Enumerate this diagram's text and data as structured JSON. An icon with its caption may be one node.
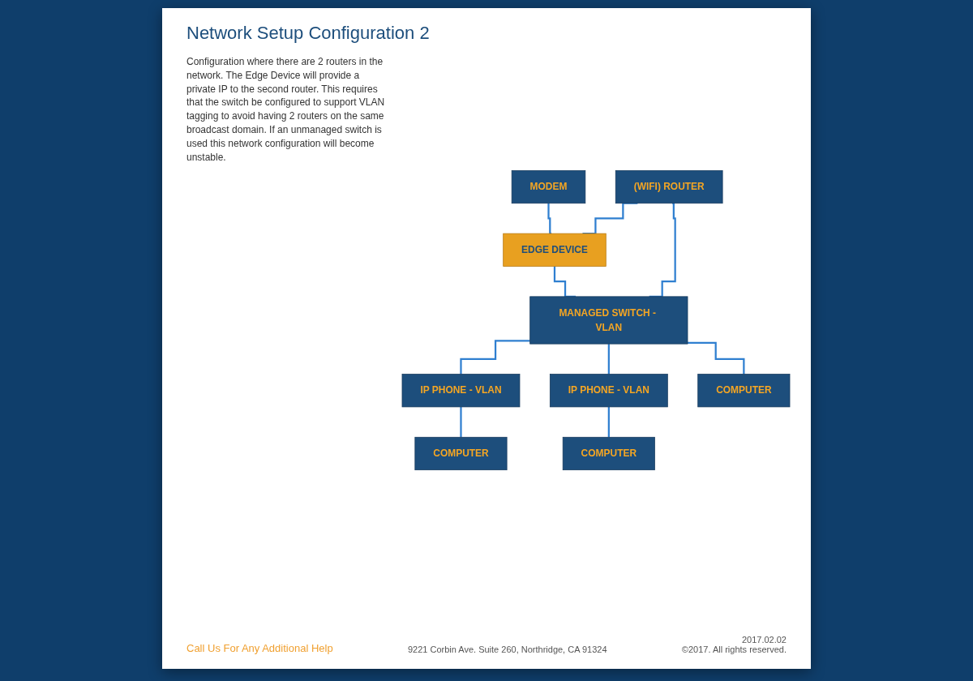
{
  "diagram": {
    "title": "Network Setup Configuration 2",
    "nodes": [
      {
        "text": [
          "MODEM"
        ]
      },
      {
        "text": [
          "(WIFI) ROUTER"
        ]
      },
      {
        "text": [
          "EDGE DEVICE"
        ]
      },
      {
        "text": [
          "MANAGED SWITCH - VLAN"
        ]
      },
      {
        "text": [
          "IP PHONE - VLAN"
        ]
      },
      {
        "text": [
          "IP PHONE - VLAN"
        ]
      },
      {
        "text": [
          "COMPUTER"
        ]
      },
      {
        "text": [
          "COMPUTER"
        ]
      },
      {
        "text": [
          "COMPUTER"
        ]
      }
    ],
    "edges": [
      {
        "from": 0,
        "to": 2,
        "arrow": "none"
      },
      {
        "from": 1,
        "to": 2,
        "arrow": "none"
      },
      {
        "from": 1,
        "to": 3,
        "arrow": "none"
      },
      {
        "from": 2,
        "to": 3,
        "arrow": "none"
      },
      {
        "from": 3,
        "to": 4,
        "arrow": "none"
      },
      {
        "from": 3,
        "to": 5,
        "arrow": "none"
      },
      {
        "from": 3,
        "to": 6,
        "arrow": "none"
      },
      {
        "from": 4,
        "to": 7,
        "arrow": "none"
      },
      {
        "from": 5,
        "to": 8,
        "arrow": "none"
      }
    ],
    "labels": [
      "Configuration where there are 2 routers in the network. The Edge Device will provide a private IP to the second router. This requires that the switch be configured to support VLAN tagging to avoid having 2 routers on the same broadcast domain. If an unmanaged switch is used this network configuration will become unstable.",
      "Call Us For Any Additional Help",
      "9221 Corbin Ave. Suite 260, Northridge, CA 91324",
      "2017.02.02",
      "©2017. All rights reserved."
    ]
  }
}
